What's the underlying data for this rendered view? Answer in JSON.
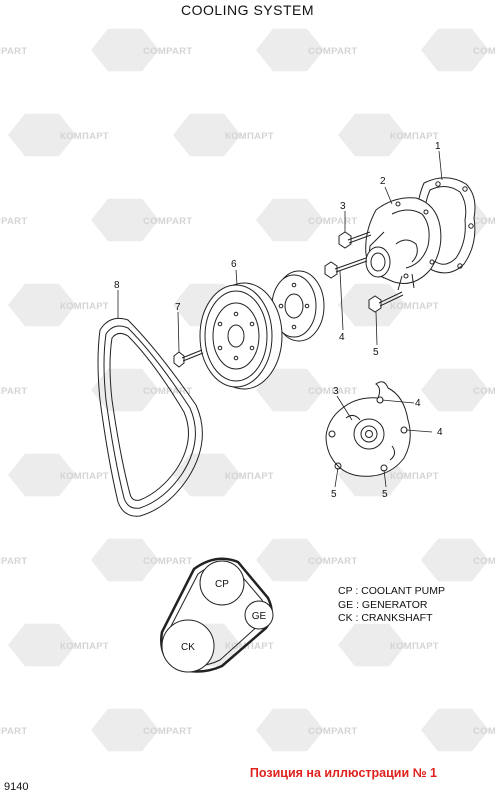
{
  "title": "COOLING SYSTEM",
  "callouts": {
    "c1": "1",
    "c2": "2",
    "c3_top": "3",
    "c4_top": "4",
    "c5_top": "5",
    "c6": "6",
    "c7": "7",
    "c8": "8",
    "c3_bottom": "3",
    "c4_bottom_a": "4",
    "c4_bottom_b": "4",
    "c5_bottom_a": "5",
    "c5_bottom_b": "5"
  },
  "belt_routing": {
    "cp": "CP",
    "ge": "GE",
    "ck": "CK"
  },
  "legend": [
    "CP : COOLANT PUMP",
    "GE : GENERATOR",
    "CK : CRANKSHAFT"
  ],
  "watermark": {
    "latin": "COMPART",
    "cyrillic": "КОМПАРТ"
  },
  "page_number": "9140",
  "position_note": "Позиция на иллюстрации № 1"
}
